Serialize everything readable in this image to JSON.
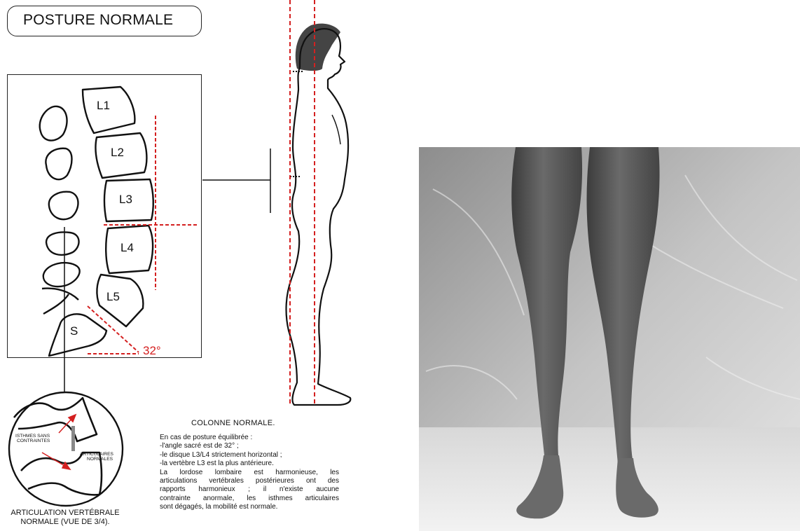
{
  "title": "POSTURE NORMALE",
  "vertebrae": [
    "L1",
    "L2",
    "L3",
    "L4",
    "L5",
    "S"
  ],
  "sacral_angle_label": "32°",
  "joint_labels": {
    "isthmes": [
      "ISTHMES SANS",
      "CONTRAINTES"
    ],
    "articulaires": [
      "ARTICULAIRES",
      "NORMALES"
    ]
  },
  "articulation_caption": [
    "ARTICULATION VERTÉBRALE",
    "NORMALE (VUE DE 3/4)."
  ],
  "colonne_title": "COLONNE  NORMALE.",
  "description": [
    "En cas de posture équilibrée :",
    "-l'angle sacré est de 32° ;",
    "-le disque L3/L4 strictement horizontal ;",
    "-la vertèbre L3 est la plus antérieure.",
    "La lordose lombaire est harmonieuse, les",
    "articulations vertébrales postérieures ont des",
    "rapports harmonieux ; il n'existe aucune",
    "contrainte anormale, les isthmes articulaires",
    "sont dégagés, la mobilité est normale."
  ],
  "colors": {
    "guide_red": "#d42020",
    "ink": "#111111"
  }
}
